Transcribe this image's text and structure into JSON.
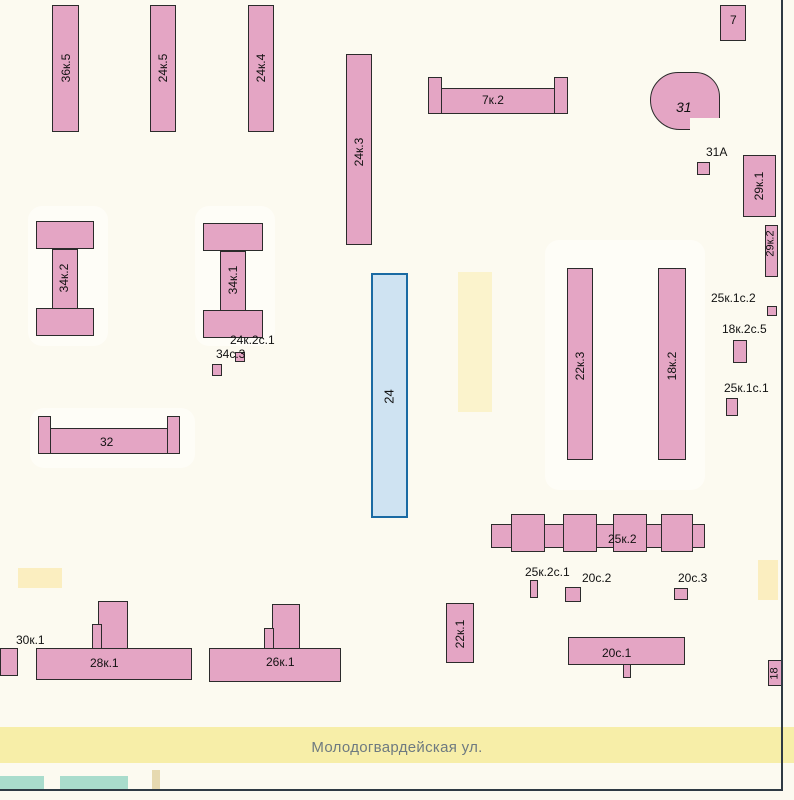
{
  "street": "Молодогвардейская ул.",
  "colors": {
    "building": "#e4a5c4",
    "highlight": "#cfe3f2",
    "highlight_border": "#1a6aa3",
    "road": "#f7eea8",
    "background": "#fcfaf0"
  },
  "labels": {
    "b36k5": "36к.5",
    "b24k5": "24к.5",
    "b24k4": "24к.4",
    "b24k3": "24к.3",
    "b7k2": "7к.2",
    "b7": "7",
    "b31": "31",
    "b31A": "31А",
    "b29k1": "29к.1",
    "b29k2": "29к.2",
    "b25k1c2": "25к.1с.2",
    "b18k2c5": "18к.2с.5",
    "b25k1c1": "25к.1с.1",
    "b34k2": "34к.2",
    "b34k1": "34к.1",
    "b24k2c1": "24к.2с.1",
    "b34c3": "34с.3",
    "b24": "24",
    "b22k3": "22к.3",
    "b18k2": "18к.2",
    "b32": "32",
    "b25k2": "25к.2",
    "b25k2c1": "25к.2с.1",
    "b20c2": "20с.2",
    "b20c3": "20с.3",
    "b30k1": "30к.1",
    "b28k1": "28к.1",
    "b26k1": "26к.1",
    "b22k1": "22к.1",
    "b20c1": "20с.1",
    "b18": "18"
  }
}
